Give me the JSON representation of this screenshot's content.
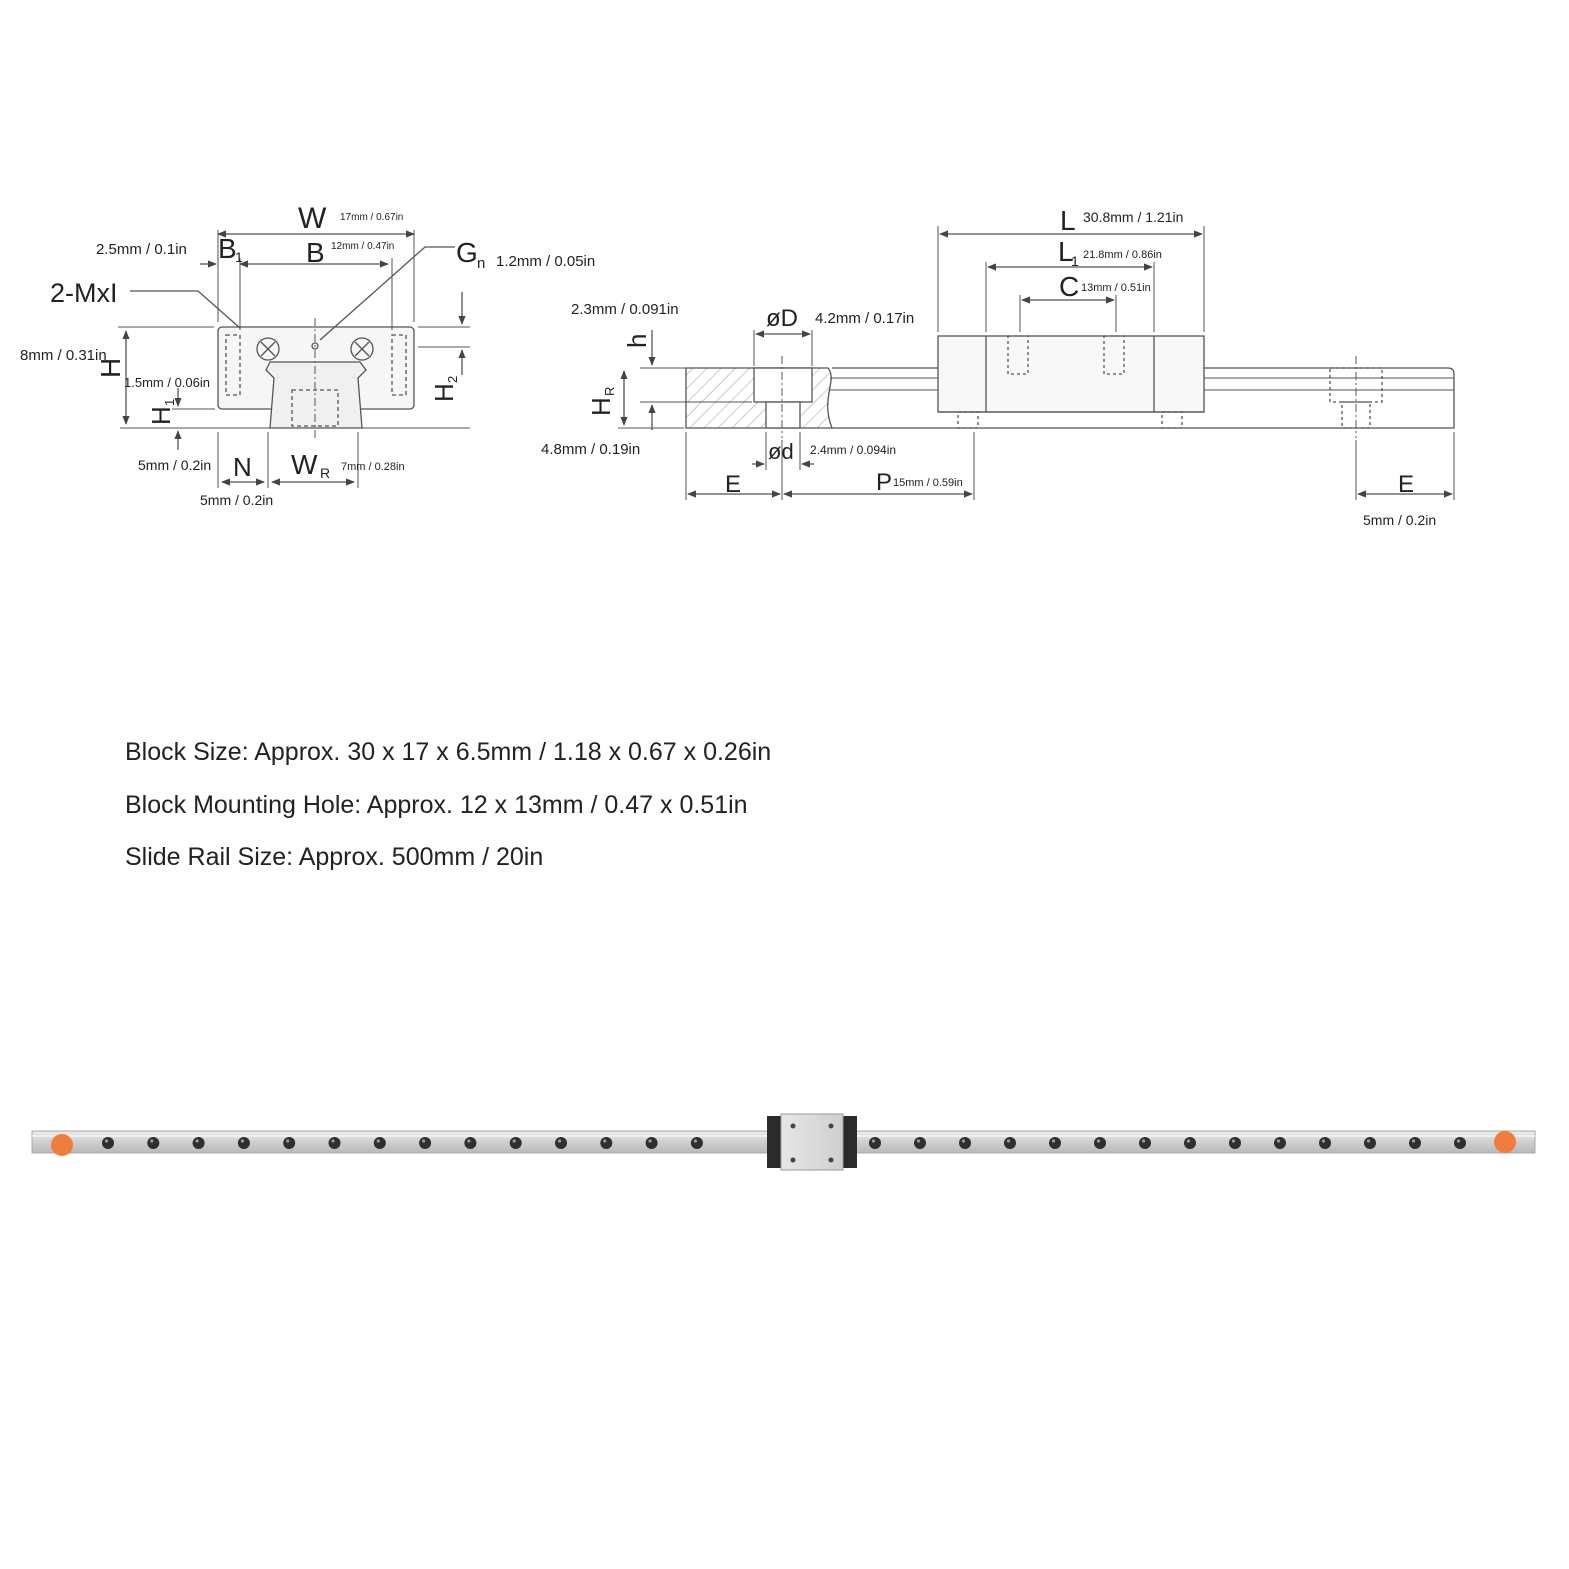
{
  "cross_section": {
    "W": {
      "letter": "W",
      "value": "17mm / 0.67in"
    },
    "B1": {
      "letter": "B",
      "sub": "1",
      "value": "2.5mm / 0.1in"
    },
    "B": {
      "letter": "B",
      "value": "12mm / 0.47in"
    },
    "Gn": {
      "letter": "G",
      "sub": "n",
      "value": "1.2mm / 0.05in"
    },
    "MxI": {
      "label": "2-MxI"
    },
    "H": {
      "letter": "H",
      "value": "8mm / 0.31in"
    },
    "H1": {
      "letter": "H",
      "sub": "1",
      "value": "1.5mm / 0.06in"
    },
    "H2": {
      "letter": "H",
      "sub": "2"
    },
    "N": {
      "letter": "N",
      "value": "5mm / 0.2in"
    },
    "WR": {
      "letter": "W",
      "sub": "R",
      "value": "7mm / 0.28in"
    },
    "N_bottom": {
      "value": "5mm / 0.2in"
    }
  },
  "side_view": {
    "L": {
      "letter": "L",
      "value": "30.8mm / 1.21in"
    },
    "L1": {
      "letter": "L",
      "sub": "1",
      "value": "21.8mm / 0.86in"
    },
    "C": {
      "letter": "C",
      "value": "13mm / 0.51in"
    },
    "h": {
      "letter": "h",
      "value": "2.3mm / 0.091in"
    },
    "D": {
      "letter": "øD",
      "value": "4.2mm / 0.17in"
    },
    "HR": {
      "letter": "H",
      "sub": "R",
      "value": "4.8mm / 0.19in"
    },
    "d": {
      "letter": "ød",
      "value": "2.4mm / 0.094in"
    },
    "E_left": {
      "letter": "E"
    },
    "P": {
      "letter": "P",
      "value": "15mm / 0.59in"
    },
    "E_right": {
      "letter": "E",
      "value": "5mm / 0.2in"
    }
  },
  "specs": {
    "block_size": "Block Size: Approx. 30 x 17 x 6.5mm / 1.18 x 0.67 x 0.26in",
    "mounting_hole": "Block Mounting Hole: Approx. 12 x 13mm / 0.47 x 0.51in",
    "rail_size": "Slide Rail Size: Approx. 500mm / 20in"
  },
  "colors": {
    "line": "#555555",
    "rail": "#d4d4d4",
    "cap": "#f07d3c",
    "block_end": "#2b2b2b"
  }
}
